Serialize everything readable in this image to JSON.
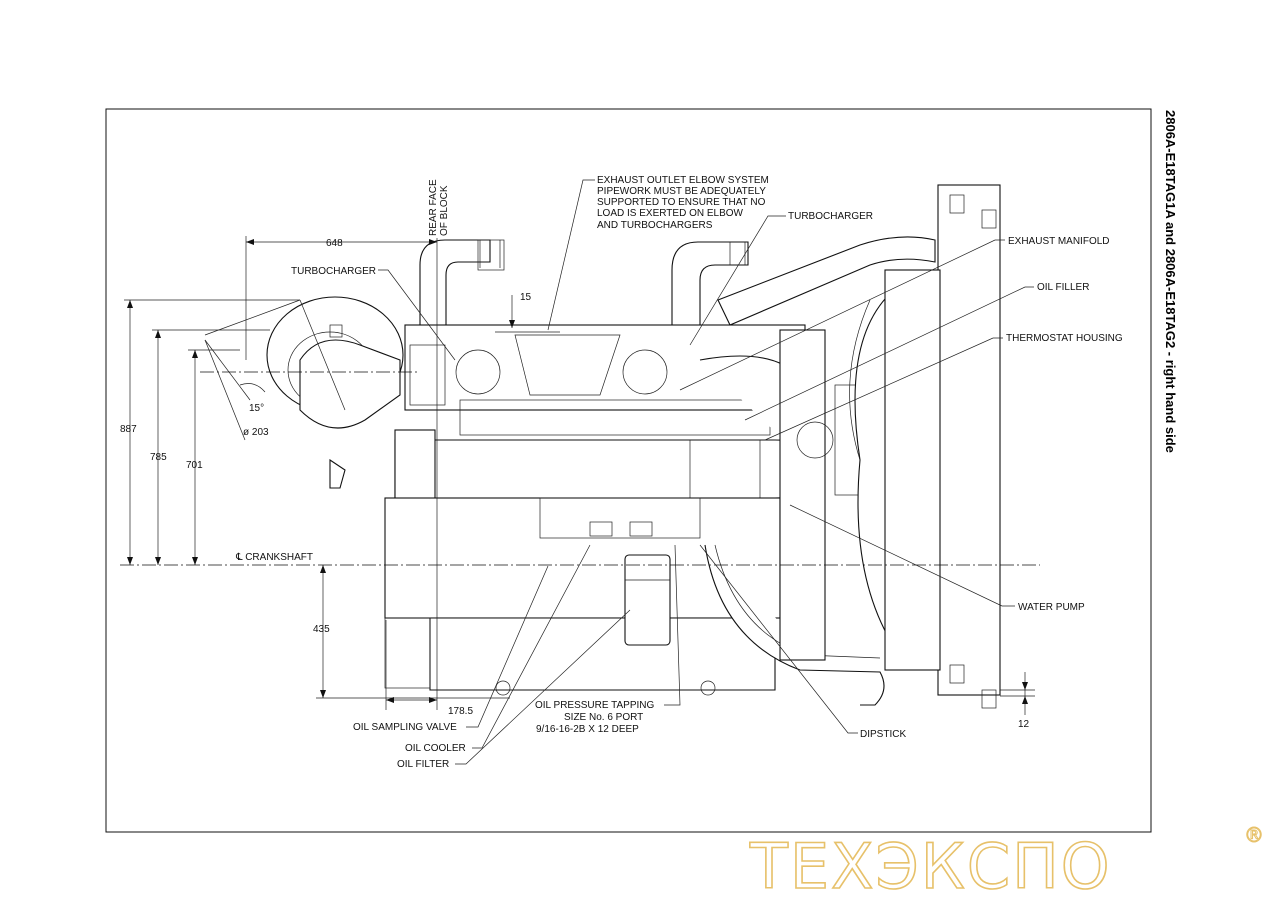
{
  "title": "2806A-E18TAG1A and 2806A-E18TAG2 - right hand side",
  "labels": {
    "exhaust_note_1": "EXHAUST OUTLET ELBOW SYSTEM",
    "exhaust_note_2": "PIPEWORK MUST BE ADEQUATELY",
    "exhaust_note_3": "SUPPORTED TO ENSURE THAT NO",
    "exhaust_note_4": "LOAD IS EXERTED ON ELBOW",
    "exhaust_note_5": "AND TURBOCHARGERS",
    "rear_face_1": "REAR FACE",
    "rear_face_2": "OF BLOCK",
    "turbocharger_right": "TURBOCHARGER",
    "turbocharger_left": "TURBOCHARGER",
    "exhaust_manifold": "EXHAUST MANIFOLD",
    "oil_filler": "OIL FILLER",
    "thermostat_housing": "THERMOSTAT HOUSING",
    "crankshaft": "℄ CRANKSHAFT",
    "water_pump": "WATER PUMP",
    "oil_pressure_1": "OIL PRESSURE TAPPING",
    "oil_pressure_2": "SIZE No. 6 PORT",
    "oil_pressure_3": "9/16-16-2B X 12 DEEP",
    "oil_sampling_valve": "OIL SAMPLING VALVE",
    "oil_cooler": "OIL COOLER",
    "oil_filter": "OIL FILTER",
    "dipstick": "DIPSTICK"
  },
  "dimensions": {
    "d648": "648",
    "d15": "15",
    "d887": "887",
    "d785": "785",
    "d701": "701",
    "angle15": "15°",
    "dia203": "ø 203",
    "d435": "435",
    "d178_5": "178.5",
    "d12": "12"
  },
  "watermark": {
    "text": "ТЕХЭКСПО",
    "registered": "®",
    "color": "#e7c16a"
  }
}
